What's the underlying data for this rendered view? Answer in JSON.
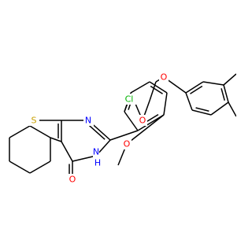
{
  "colors": {
    "bond": "#000000",
    "carbon": "#000000",
    "nitrogen": "#0000ff",
    "oxygen": "#ff0000",
    "sulfur": "#c8a000",
    "chlorine": "#00b300"
  },
  "atoms": {
    "s1": {
      "text": "S",
      "element": "sulfur"
    },
    "n1": {
      "text": "N",
      "element": "nitrogen"
    },
    "nh": {
      "text": "NH",
      "element": "nitrogen",
      "h": "H"
    },
    "o_keto": {
      "text": "O",
      "element": "oxygen"
    },
    "cl": {
      "text": "Cl",
      "element": "chlorine"
    },
    "o_ether1": {
      "text": "O",
      "element": "oxygen"
    },
    "o_methoxy": {
      "text": "O",
      "element": "oxygen"
    },
    "o_ether2": {
      "text": "O",
      "element": "oxygen"
    }
  }
}
